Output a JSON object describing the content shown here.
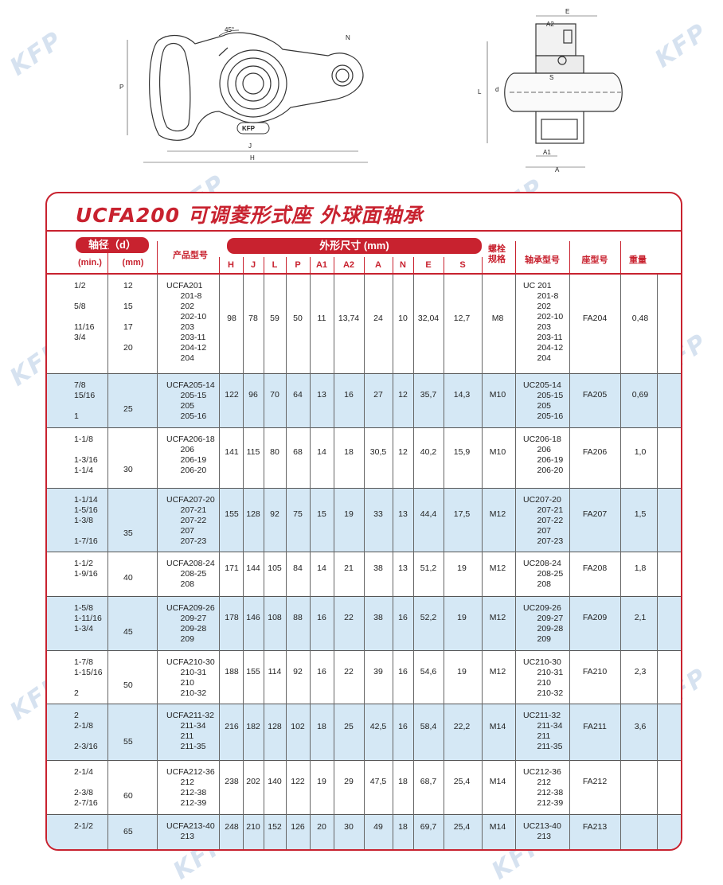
{
  "brand": "KFP",
  "title": "UCFA200  可调菱形式座  外球面轴承",
  "drawing_labels": {
    "front": [
      "45°",
      "N",
      "P",
      "J",
      "H",
      "KFP"
    ],
    "side": [
      "A2",
      "E",
      "S",
      "L",
      "d",
      "A1",
      "A"
    ]
  },
  "header": {
    "shaft_dia": "轴径（d）",
    "min": "(min.)",
    "mm": "(mm)",
    "product_model": "产品型号",
    "dimensions": "外形尺寸 (mm)",
    "dim_cols": [
      "H",
      "J",
      "L",
      "P",
      "A1",
      "A2",
      "A",
      "N",
      "E",
      "S"
    ],
    "bolt": "螺栓\n规格",
    "bearing_model": "轴承型号",
    "housing_model": "座型号",
    "weight": "重量"
  },
  "rows": [
    {
      "inch": "1/2\n\n5/8\n\n11/16\n3/4",
      "mm": "12\n\n15\n\n17\n\n20",
      "product": "UCFA201\n      201-8\n      202\n      202-10\n      203\n      203-11\n      204-12\n      204",
      "H": "98",
      "J": "78",
      "L": "59",
      "P": "50",
      "A1": "11",
      "A2": "13,74",
      "A": "24",
      "N": "10",
      "E": "32,04",
      "S": "12,7",
      "bolt": "M8",
      "bearing": "UC 201\n      201-8\n      202\n      202-10\n      203\n      203-11\n      204-12\n      204",
      "housing": "FA204",
      "weight": "0,48"
    },
    {
      "inch": "7/8\n15/16\n\n1",
      "mm": "25",
      "product": "UCFA205-14\n      205-15\n      205\n      205-16",
      "H": "122",
      "J": "96",
      "L": "70",
      "P": "64",
      "A1": "13",
      "A2": "16",
      "A": "27",
      "N": "12",
      "E": "35,7",
      "S": "14,3",
      "bolt": "M10",
      "bearing": "UC205-14\n      205-15\n      205\n      205-16",
      "housing": "FA205",
      "weight": "0,69"
    },
    {
      "inch": "1-1/8\n\n1-3/16\n1-1/4",
      "mm": "30",
      "product": "UCFA206-18\n      206\n      206-19\n      206-20",
      "H": "141",
      "J": "115",
      "L": "80",
      "P": "68",
      "A1": "14",
      "A2": "18",
      "A": "30,5",
      "N": "12",
      "E": "40,2",
      "S": "15,9",
      "bolt": "M10",
      "bearing": "UC206-18\n      206\n      206-19\n      206-20",
      "housing": "FA206",
      "weight": "1,0"
    },
    {
      "inch": "1-1/14\n1-5/16\n1-3/8\n\n1-7/16",
      "mm": "35",
      "product": "UCFA207-20\n      207-21\n      207-22\n      207\n      207-23",
      "H": "155",
      "J": "128",
      "L": "92",
      "P": "75",
      "A1": "15",
      "A2": "19",
      "A": "33",
      "N": "13",
      "E": "44,4",
      "S": "17,5",
      "bolt": "M12",
      "bearing": "UC207-20\n      207-21\n      207-22\n      207\n      207-23",
      "housing": "FA207",
      "weight": "1,5"
    },
    {
      "inch": "1-1/2\n1-9/16",
      "mm": "40",
      "product": "UCFA208-24\n      208-25\n      208",
      "H": "171",
      "J": "144",
      "L": "105",
      "P": "84",
      "A1": "14",
      "A2": "21",
      "A": "38",
      "N": "13",
      "E": "51,2",
      "S": "19",
      "bolt": "M12",
      "bearing": "UC208-24\n      208-25\n      208",
      "housing": "FA208",
      "weight": "1,8"
    },
    {
      "inch": "1-5/8\n1-11/16\n1-3/4",
      "mm": "45",
      "product": "UCFA209-26\n      209-27\n      209-28\n      209",
      "H": "178",
      "J": "146",
      "L": "108",
      "P": "88",
      "A1": "16",
      "A2": "22",
      "A": "38",
      "N": "16",
      "E": "52,2",
      "S": "19",
      "bolt": "M12",
      "bearing": "UC209-26\n      209-27\n      209-28\n      209",
      "housing": "FA209",
      "weight": "2,1"
    },
    {
      "inch": "1-7/8\n1-15/16\n\n2",
      "mm": "50",
      "product": "UCFA210-30\n      210-31\n      210\n      210-32",
      "H": "188",
      "J": "155",
      "L": "114",
      "P": "92",
      "A1": "16",
      "A2": "22",
      "A": "39",
      "N": "16",
      "E": "54,6",
      "S": "19",
      "bolt": "M12",
      "bearing": "UC210-30\n      210-31\n      210\n      210-32",
      "housing": "FA210",
      "weight": "2,3"
    },
    {
      "inch": "2\n2-1/8\n\n2-3/16",
      "mm": "55",
      "product": "UCFA211-32\n      211-34\n      211\n      211-35",
      "H": "216",
      "J": "182",
      "L": "128",
      "P": "102",
      "A1": "18",
      "A2": "25",
      "A": "42,5",
      "N": "16",
      "E": "58,4",
      "S": "22,2",
      "bolt": "M14",
      "bearing": "UC211-32\n      211-34\n      211\n      211-35",
      "housing": "FA211",
      "weight": "3,6"
    },
    {
      "inch": "2-1/4\n\n2-3/8\n2-7/16",
      "mm": "60",
      "product": "UCFA212-36\n      212\n      212-38\n      212-39",
      "H": "238",
      "J": "202",
      "L": "140",
      "P": "122",
      "A1": "19",
      "A2": "29",
      "A": "47,5",
      "N": "18",
      "E": "68,7",
      "S": "25,4",
      "bolt": "M14",
      "bearing": "UC212-36\n      212\n      212-38\n      212-39",
      "housing": "FA212",
      "weight": ""
    },
    {
      "inch": "2-1/2",
      "mm": "65",
      "product": "UCFA213-40\n      213",
      "H": "248",
      "J": "210",
      "L": "152",
      "P": "126",
      "A1": "20",
      "A2": "30",
      "A": "49",
      "N": "18",
      "E": "69,7",
      "S": "25,4",
      "bolt": "M14",
      "bearing": "UC213-40\n      213",
      "housing": "FA213",
      "weight": ""
    }
  ]
}
